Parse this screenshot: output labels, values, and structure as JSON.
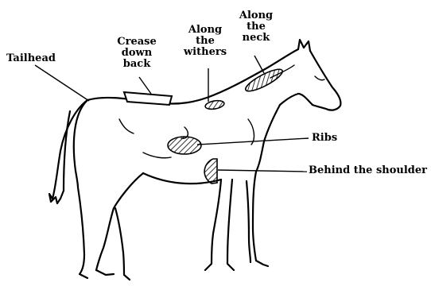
{
  "colors": {
    "ink": "#000000",
    "background": "#ffffff"
  },
  "labels": {
    "tailhead": "Tailhead",
    "crease": [
      "Crease",
      "down",
      "back"
    ],
    "withers": [
      "Along",
      "the",
      "withers"
    ],
    "neck": [
      "Along",
      "the",
      "neck"
    ],
    "ribs": "Ribs",
    "shoulder": "Behind the shoulder"
  }
}
